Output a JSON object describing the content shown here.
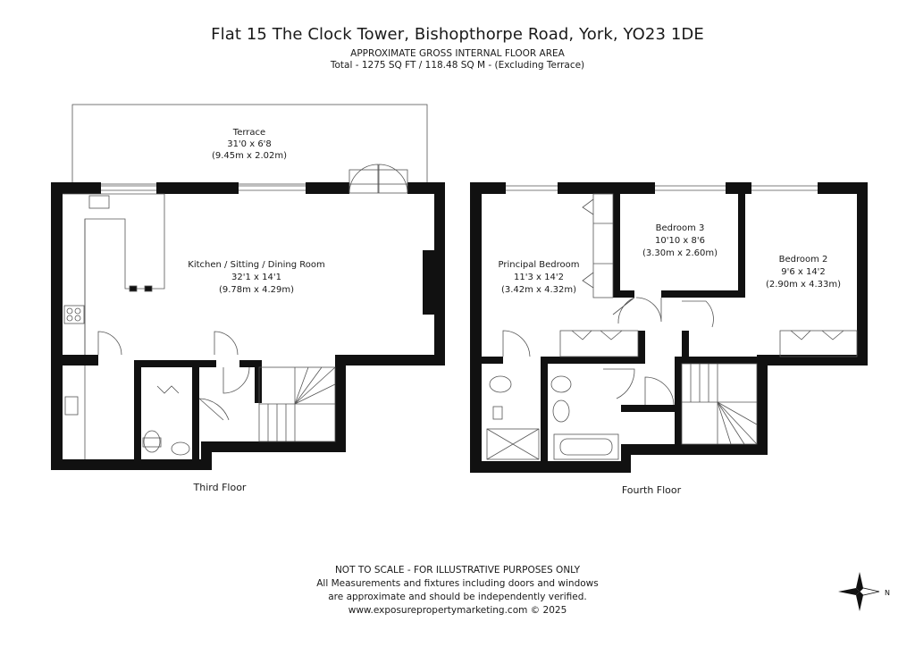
{
  "header": {
    "title": "Flat 15 The Clock Tower, Bishopthorpe Road, York, YO23 1DE",
    "subtitle": "APPROXIMATE GROSS INTERNAL FLOOR AREA",
    "total_area": "Total - 1275 SQ FT / 118.48 SQ M - (Excluding Terrace)"
  },
  "rooms": {
    "terrace": {
      "name": "Terrace",
      "imperial": "31'0 x 6'8",
      "metric": "(9.45m x 2.02m)"
    },
    "kitchen": {
      "name": "Kitchen / Sitting / Dining Room",
      "imperial": "32'1 x 14'1",
      "metric": "(9.78m x 4.29m)"
    },
    "principal_bedroom": {
      "name": "Principal Bedroom",
      "imperial": "11'3 x 14'2",
      "metric": "(3.42m x 4.32m)"
    },
    "bedroom3": {
      "name": "Bedroom 3",
      "imperial": "10'10 x 8'6",
      "metric": "(3.30m x 2.60m)"
    },
    "bedroom2": {
      "name": "Bedroom 2",
      "imperial": "9'6 x 14'2",
      "metric": "(2.90m x 4.33m)"
    }
  },
  "floors": {
    "third": "Third Floor",
    "fourth": "Fourth Floor"
  },
  "footer": {
    "disclaimer": "NOT TO SCALE - FOR ILLUSTRATIVE PURPOSES ONLY",
    "note1": "All Measurements and fixtures including doors and windows",
    "note2": "are approximate and should be independently verified.",
    "credit": "www.exposurepropertymarketing.com © 2025"
  },
  "compass": {
    "north_label": "N"
  },
  "colors": {
    "wall": "#111111",
    "line": "#555555"
  }
}
